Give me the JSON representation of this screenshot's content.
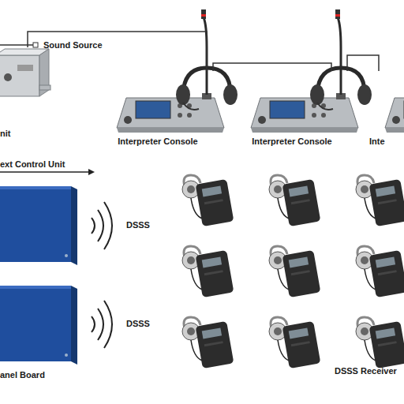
{
  "diagram": {
    "nodes": [
      {
        "text": [
          "nit"
        ]
      },
      {
        "text": [
          "Interpreter Console"
        ]
      },
      {
        "text": [
          "Interpreter Console"
        ]
      },
      {
        "text": [
          "Inte"
        ]
      },
      {
        "text": [
          "anel Board"
        ]
      }
    ],
    "edges": [
      {
        "from": 0,
        "to": 1,
        "arrow": "none"
      },
      {
        "from": 1,
        "to": 2,
        "arrow": "none"
      },
      {
        "from": 2,
        "to": 3,
        "arrow": "none"
      }
    ],
    "labels": [
      "Sound Source",
      "ext Control Unit",
      "DSSS",
      "DSSS",
      "DSSS Receiver"
    ]
  }
}
